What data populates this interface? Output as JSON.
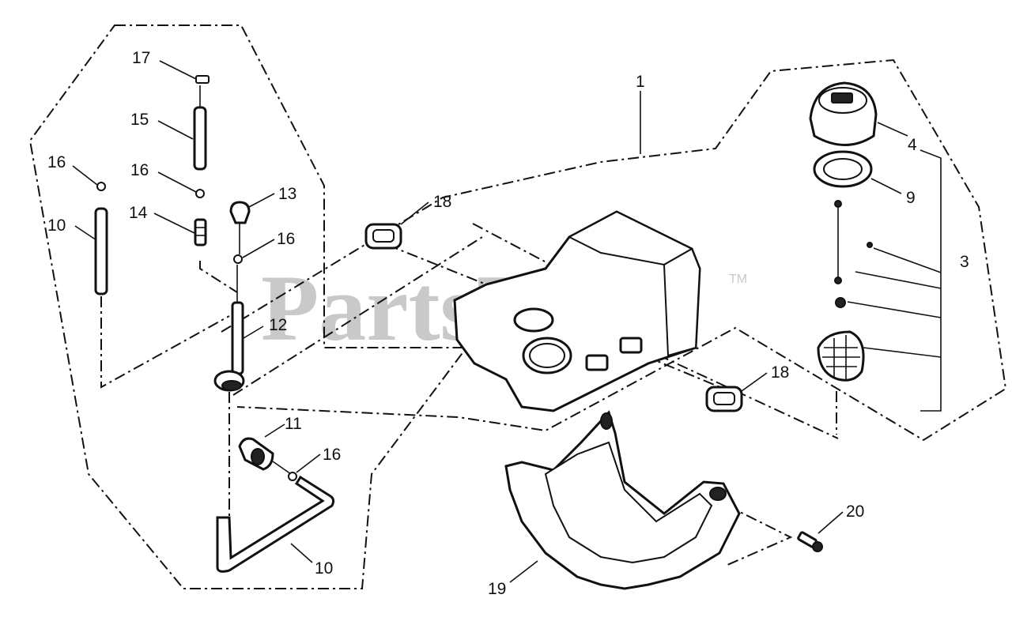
{
  "watermark": {
    "text": "PartsTree",
    "trademark": "TM"
  },
  "callouts": {
    "c1": "1",
    "c3": "3",
    "c4": "4",
    "c9": "9",
    "c10a": "10",
    "c10b": "10",
    "c11": "11",
    "c12": "12",
    "c13": "13",
    "c14": "14",
    "c15": "15",
    "c16a": "16",
    "c16b": "16",
    "c16c": "16",
    "c16d": "16",
    "c17": "17",
    "c18a": "18",
    "c18b": "18",
    "c19": "19",
    "c20": "20"
  }
}
